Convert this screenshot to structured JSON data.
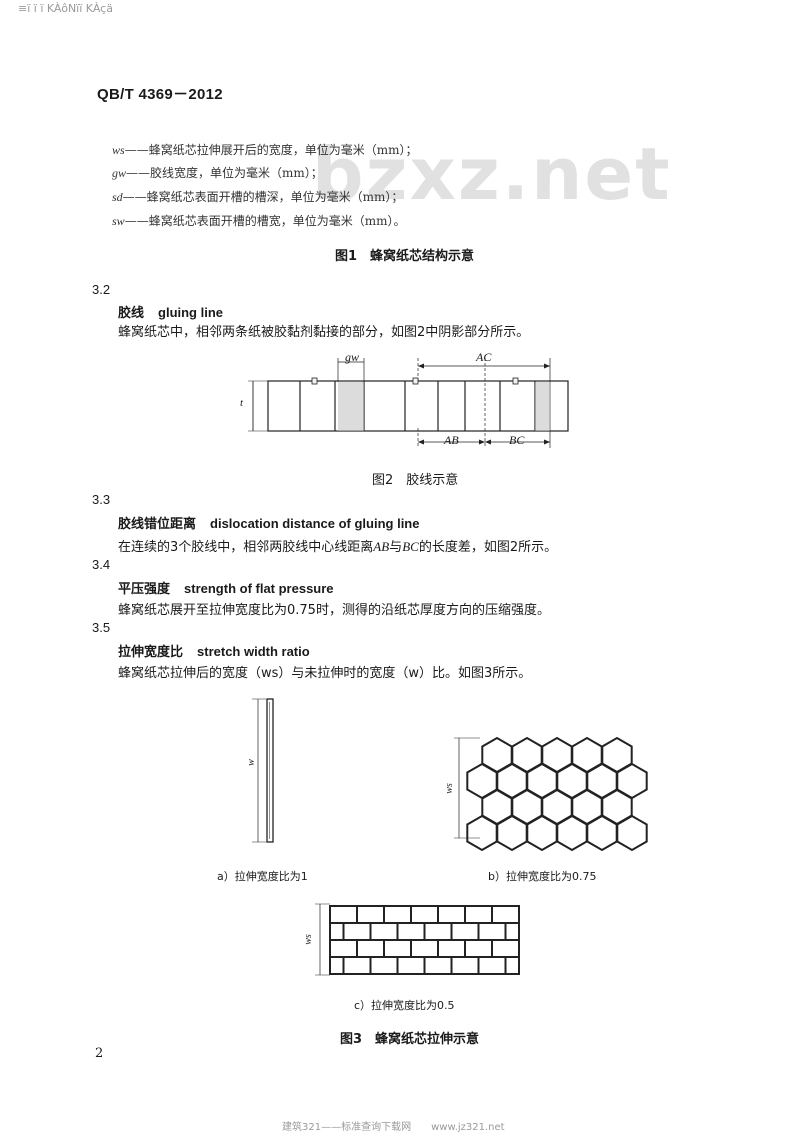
{
  "header": {
    "code": "≡ï ï ï KÀôNïï KÀçä",
    "standard_no": "QB/T 4369－2012"
  },
  "watermark": "bzxz.net",
  "symbols": [
    {
      "sym": "ws",
      "desc": "——蜂窝纸芯拉伸展开后的宽度，单位为毫米（mm）；"
    },
    {
      "sym": "gw",
      "desc": "——胶线宽度，单位为毫米（mm）；"
    },
    {
      "sym": "sd",
      "desc": "——蜂窝纸芯表面开槽的槽深，单位为毫米（mm）；"
    },
    {
      "sym": "sw",
      "desc": "——蜂窝纸芯表面开槽的槽宽，单位为毫米（mm）。"
    }
  ],
  "figure1_caption": "图1　蜂窝纸芯结构示意",
  "section_3_2": {
    "number": "3.2",
    "term_cn": "胶线",
    "term_en": "gluing line",
    "definition": "蜂窝纸芯中，相邻两条纸被胶黏剂黏接的部分，如图2中阴影部分所示。"
  },
  "figure2": {
    "label_gw": "gw",
    "label_ac": "AC",
    "label_ab": "AB",
    "label_bc": "BC",
    "label_t": "t",
    "caption": "图2　胶线示意"
  },
  "section_3_3": {
    "number": "3.3",
    "term_cn": "胶线错位距离",
    "term_en": "dislocation distance of gluing line",
    "def_part1": "在连续的3个胶线中，相邻两胶线中心线距离",
    "def_ab": "AB",
    "def_mid": "与",
    "def_bc": "BC",
    "def_part2": "的长度差，如图2所示。"
  },
  "section_3_4": {
    "number": "3.4",
    "term_cn": "平压强度",
    "term_en": "strength of flat pressure",
    "definition": "蜂窝纸芯展开至拉伸宽度比为0.75时，测得的沿纸芯厚度方向的压缩强度。"
  },
  "section_3_5": {
    "number": "3.5",
    "term_cn": "拉伸宽度比",
    "term_en": "stretch width ratio",
    "definition": "蜂窝纸芯拉伸后的宽度（ws）与未拉伸时的宽度（w）比。如图3所示。"
  },
  "figure3": {
    "label_w": "w",
    "label_ws_b": "ws",
    "label_ws_c": "ws",
    "sub_a": "a）拉伸宽度比为1",
    "sub_b": "b）拉伸宽度比为0.75",
    "sub_c": "c）拉伸宽度比为0.5",
    "caption": "图3　蜂窝纸芯拉伸示意"
  },
  "page_number": "2",
  "footer": "建筑321——标准查询下载网　　www.jz321.net"
}
